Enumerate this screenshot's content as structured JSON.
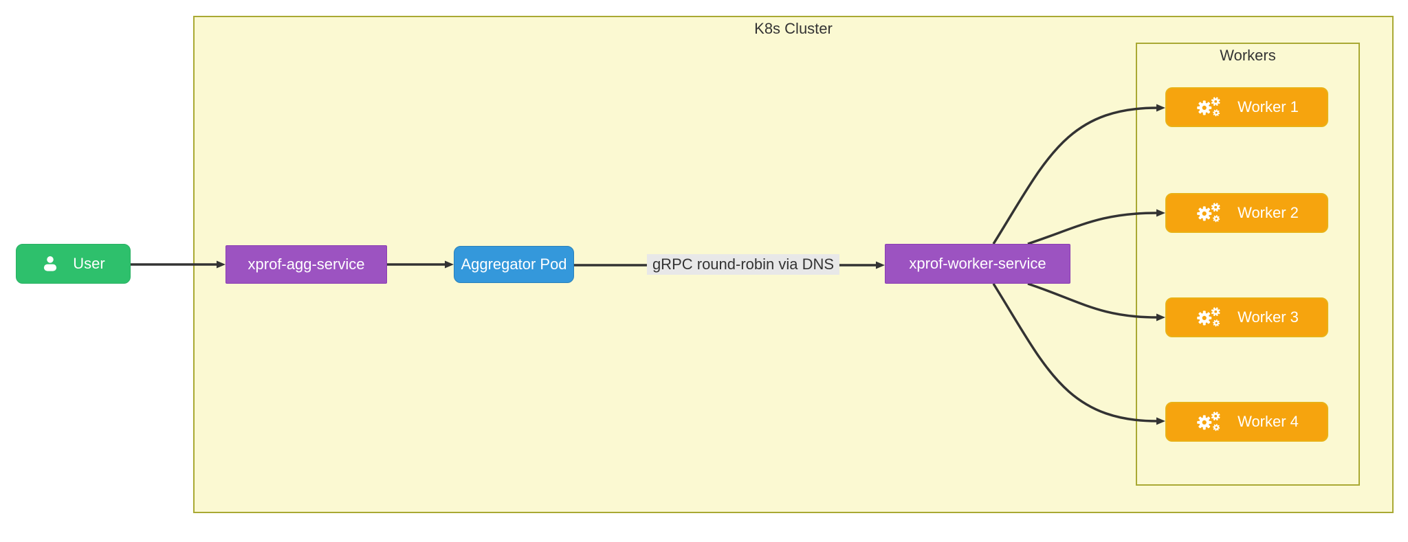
{
  "diagram": {
    "type": "flowchart-left-right",
    "cluster": {
      "label": "K8s Cluster"
    },
    "workers_group": {
      "label": "Workers"
    },
    "nodes": {
      "user": {
        "label": "User",
        "icon": "user-icon",
        "fill": "#2ec06c"
      },
      "agg_service": {
        "label": "xprof-agg-service",
        "fill": "#9c53c1"
      },
      "aggregator_pod": {
        "label": "Aggregator Pod",
        "fill": "#3498db"
      },
      "worker_service": {
        "label": "xprof-worker-service",
        "fill": "#9c53c1"
      },
      "workers": [
        {
          "label": "Worker 1",
          "icon": "gears-icon",
          "fill": "#f6a40e"
        },
        {
          "label": "Worker 2",
          "icon": "gears-icon",
          "fill": "#f6a40e"
        },
        {
          "label": "Worker 3",
          "icon": "gears-icon",
          "fill": "#f6a40e"
        },
        {
          "label": "Worker 4",
          "icon": "gears-icon",
          "fill": "#f6a40e"
        }
      ]
    },
    "edges": [
      {
        "from": "user",
        "to": "agg_service",
        "label": ""
      },
      {
        "from": "agg_service",
        "to": "aggregator_pod",
        "label": ""
      },
      {
        "from": "aggregator_pod",
        "to": "worker_service",
        "label": "gRPC round-robin via DNS"
      },
      {
        "from": "worker_service",
        "to": "worker_1",
        "label": ""
      },
      {
        "from": "worker_service",
        "to": "worker_2",
        "label": ""
      },
      {
        "from": "worker_service",
        "to": "worker_3",
        "label": ""
      },
      {
        "from": "worker_service",
        "to": "worker_4",
        "label": ""
      }
    ],
    "colors": {
      "cluster_fill": "#fbf9d2",
      "cluster_border": "#a9a933",
      "green": "#2ec06c",
      "purple": "#9c53c1",
      "blue": "#3498db",
      "orange": "#f6a40e",
      "orange_border": "#e9b116",
      "edge_stroke": "#333333",
      "edge_label_bg": "#e8e8e8",
      "node_text": "#ffffff",
      "title_text": "#333333"
    }
  }
}
